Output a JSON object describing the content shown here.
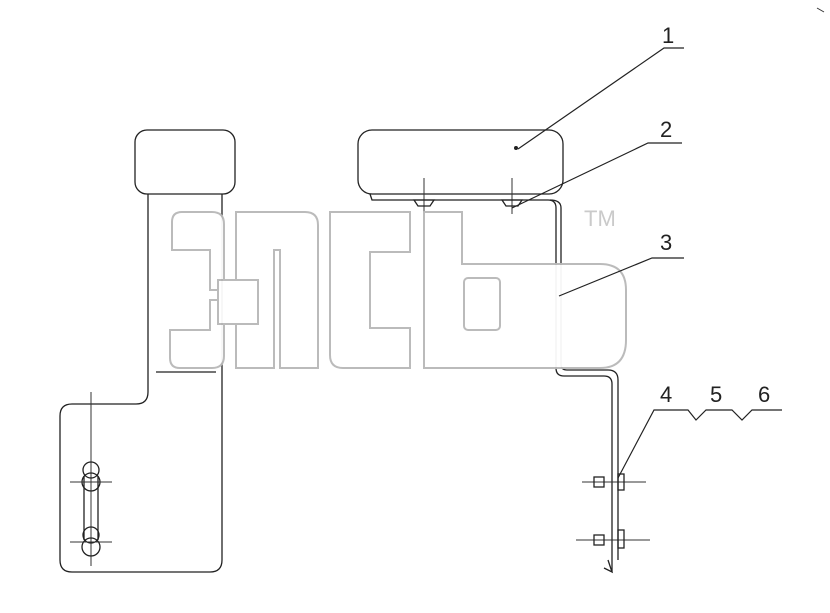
{
  "callouts": [
    {
      "id": "1",
      "label": "1"
    },
    {
      "id": "2",
      "label": "2"
    },
    {
      "id": "3",
      "label": "3"
    },
    {
      "id": "4",
      "label": "4"
    },
    {
      "id": "5",
      "label": "5"
    },
    {
      "id": "6",
      "label": "6"
    }
  ],
  "watermark": {
    "logo_letters": "ЭПСЬ",
    "trademark": "TM"
  }
}
